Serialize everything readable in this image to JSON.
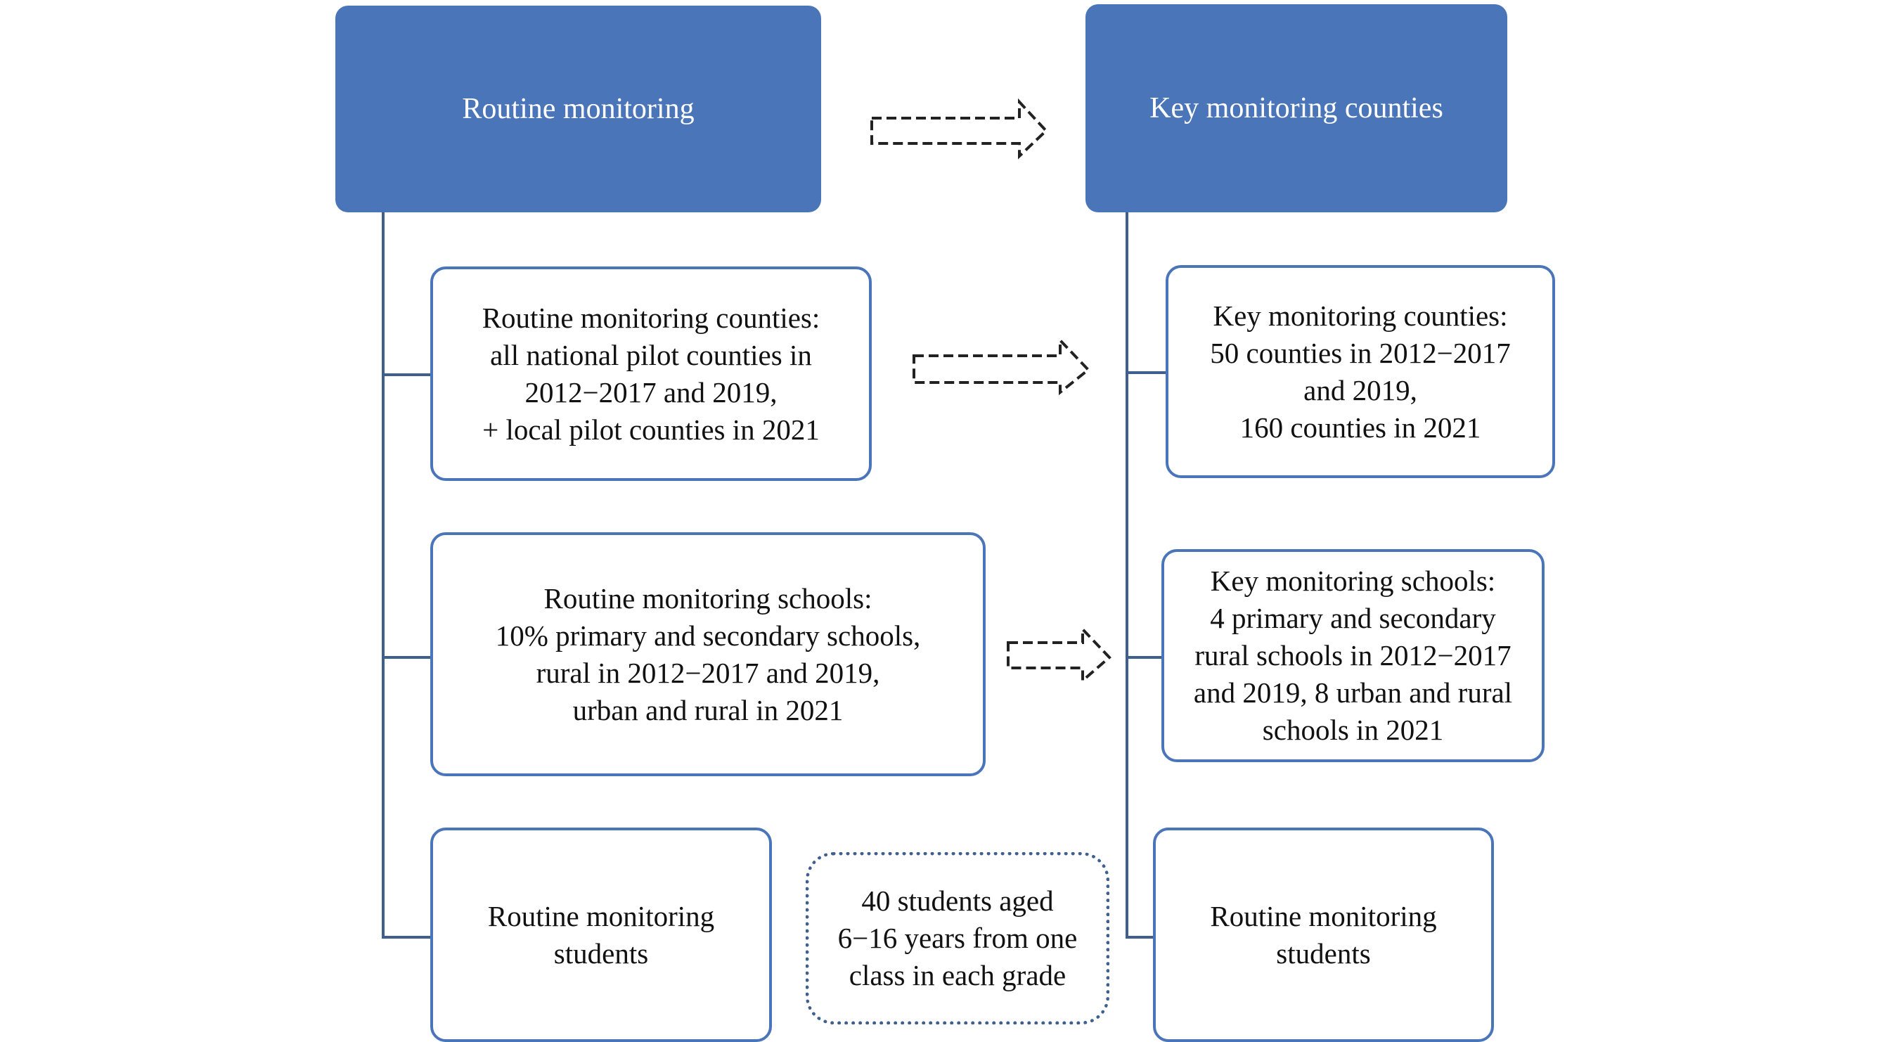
{
  "colors": {
    "header_fill": "#4a75b9",
    "box_border": "#4a75b9",
    "connector_line": "#3f5f8f",
    "arrow_outline": "#222222",
    "note_border": "#3f5f8f"
  },
  "left_column": {
    "header": "Routine monitoring",
    "counties": "Routine monitoring counties:\nall national pilot counties in\n2012−2017 and 2019,\n+ local pilot counties in 2021",
    "schools": "Routine monitoring schools:\n10% primary and secondary schools,\nrural in 2012−2017 and 2019,\nurban and rural in 2021",
    "students": "Routine monitoring\nstudents"
  },
  "right_column": {
    "header": "Key monitoring counties",
    "counties": "Key monitoring counties:\n50 counties in 2012−2017\nand 2019,\n160 counties in 2021",
    "schools": "Key monitoring schools:\n4 primary and secondary\nrural schools in 2012−2017\nand 2019, 8 urban and rural\nschools in 2021",
    "students": "Routine monitoring\nstudents"
  },
  "student_note": "40 students aged\n6−16 years from one\nclass in each grade",
  "arrows": {
    "style": "dashed-outline-right-arrow",
    "count": 3
  }
}
